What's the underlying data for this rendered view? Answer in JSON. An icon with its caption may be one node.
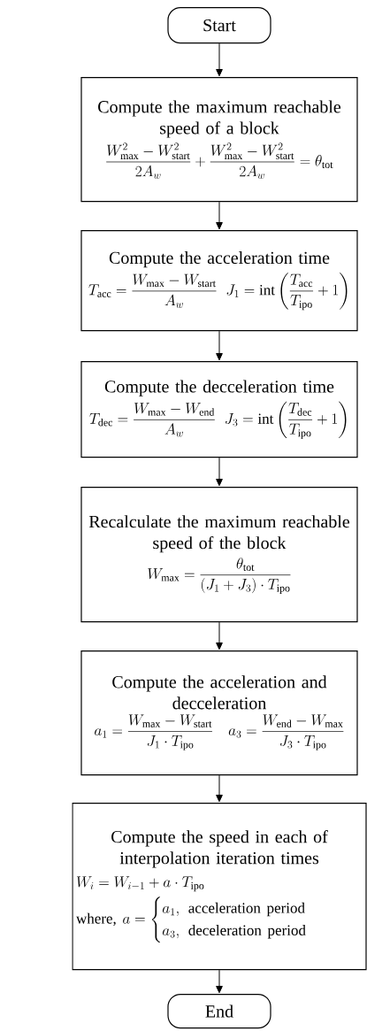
{
  "diagram": {
    "nodes": [
      {
        "text": [
          "Start"
        ]
      },
      {
        "text": [
          "Compute the maximum reachable speed of a block",
          "\\frac{W_{\\mathrm{max}}^{2}-W_{\\mathrm{start}}^{2}}{2A_{w}}+\\frac{W_{\\mathrm{max}}^{2}-W_{\\mathrm{start}}^{2}}{2A_{w}}=\\theta_{\\mathrm{tot}}"
        ]
      },
      {
        "text": [
          "Compute the acceleration time",
          "T_{\\mathrm{acc}}=\\frac{W_{\\mathrm{max}}-W_{\\mathrm{start}}}{A_{w}}\\;\\; J_{1}=\\mathrm{int}\\left(\\frac{T_{\\mathrm{acc}}}{T_{\\mathrm{ipo}}}+1\\right)"
        ]
      },
      {
        "text": [
          "Compute the decceleration time",
          "T_{\\mathrm{dec}}=\\frac{W_{\\mathrm{max}}-W_{\\mathrm{end}}}{A_{w}}\\;\\; J_{3}=\\mathrm{int}\\left(\\frac{T_{\\mathrm{dec}}}{T_{\\mathrm{ipo}}}+1\\right)"
        ]
      },
      {
        "text": [
          "Recalculate the maximum reachable speed of the block",
          "W_{\\mathrm{max}}=\\frac{\\theta_{\\mathrm{tot}}}{(J_{1}+J_{3})\\cdot T_{\\mathrm{ipo}}}"
        ]
      },
      {
        "text": [
          "Compute the acceleration and decceleration",
          "a_{1}=\\frac{W_{\\mathrm{max}}-W_{\\mathrm{start}}}{J_{1}\\cdot T_{\\mathrm{ipo}}}\\quad a_{3}=\\frac{W_{\\mathrm{end}}-W_{\\mathrm{max}}}{J_{3}\\cdot T_{\\mathrm{ipo}}}"
        ]
      },
      {
        "text": [
          "Compute the speed in each of interpolation iteration times",
          "W_{i}=W_{i-1}+a\\cdot T_{\\mathrm{ipo}}",
          "\\text{where, } a=\\begin{cases}a_{1},\\ \\text{acceleration period}\\\\ a_{3},\\ \\text{deceleration period}\\end{cases}"
        ]
      },
      {
        "text": [
          "End"
        ]
      }
    ],
    "edges": [
      {
        "from": 0,
        "to": 1,
        "arrow": "to"
      },
      {
        "from": 1,
        "to": 2,
        "arrow": "to"
      },
      {
        "from": 2,
        "to": 3,
        "arrow": "to"
      },
      {
        "from": 3,
        "to": 4,
        "arrow": "to"
      },
      {
        "from": 4,
        "to": 5,
        "arrow": "to"
      },
      {
        "from": 5,
        "to": 6,
        "arrow": "to"
      },
      {
        "from": 6,
        "to": 7,
        "arrow": "to"
      }
    ]
  }
}
